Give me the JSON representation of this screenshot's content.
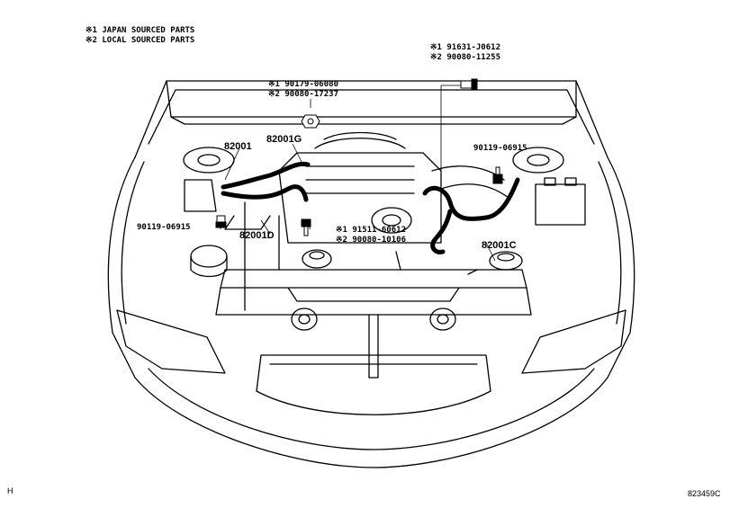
{
  "legend": {
    "line1": "※1 JAPAN SOURCED PARTS",
    "line2": "※2 LOCAL SOURCED PARTS"
  },
  "callouts": {
    "bolt_top_right": {
      "line1": "※1 91631-J0612",
      "line2": "※2 90080-11255"
    },
    "nut_top_center": {
      "line1": "※1 90179-06080",
      "line2": "※2 90080-17237"
    },
    "bolt_center": {
      "line1": "※1 91511-60612",
      "line2": "※2 90080-10106"
    },
    "bolt_right": "90119-06915",
    "bolt_left": "90119-06915"
  },
  "parts": {
    "p82001": "82001",
    "p82001G": "82001G",
    "p82001D": "82001D",
    "p82001C": "82001C"
  },
  "footer": {
    "corner_mark": "H",
    "figure_id": "823459C"
  }
}
